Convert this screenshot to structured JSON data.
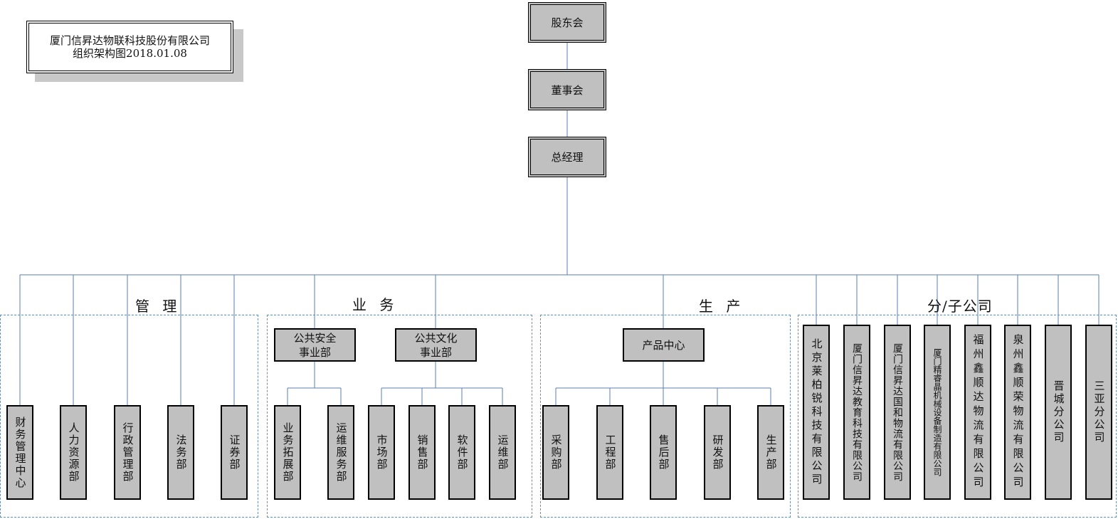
{
  "title": {
    "line1": "厦门信昇达物联科技股份有限公司",
    "line2": "组织架构图2018.01.08"
  },
  "top": {
    "shareholders": "股东会",
    "board": "董事会",
    "gm": "总经理"
  },
  "groups": {
    "management": {
      "label": "管 理",
      "depts": [
        "财务管理中心",
        "人力资源部",
        "行政管理部",
        "法务部",
        "证券部"
      ]
    },
    "business": {
      "label": "业 务",
      "units": [
        {
          "line1": "公共安全",
          "line2": "事业部",
          "depts": [
            "业务拓展部",
            "运维服务部"
          ]
        },
        {
          "line1": "公共文化",
          "line2": "事业部",
          "depts": [
            "市场部",
            "销售部",
            "软件部",
            "运维部"
          ]
        }
      ]
    },
    "production": {
      "label": "生 产",
      "center": "产品中心",
      "depts": [
        "采购部",
        "工程部",
        "售后部",
        "研发部",
        "生产部"
      ]
    },
    "subsidiaries": {
      "label": "分/子公司",
      "companies": [
        "北京莱柏锐科技有限公司",
        "厦门信昇达教育科技有限公司",
        "厦门信昇达国和物流有限公司",
        "厦门精睿晶机械设备制造有限公司",
        "福州鑫顺达物流有限公司",
        "泉州鑫顺荣物流有限公司",
        "晋城分公司",
        "三亚分公司"
      ]
    }
  },
  "colors": {
    "connector": "#5b7fb0",
    "box_fill": "#c0c0c0",
    "frame": "#6f8cb6"
  }
}
